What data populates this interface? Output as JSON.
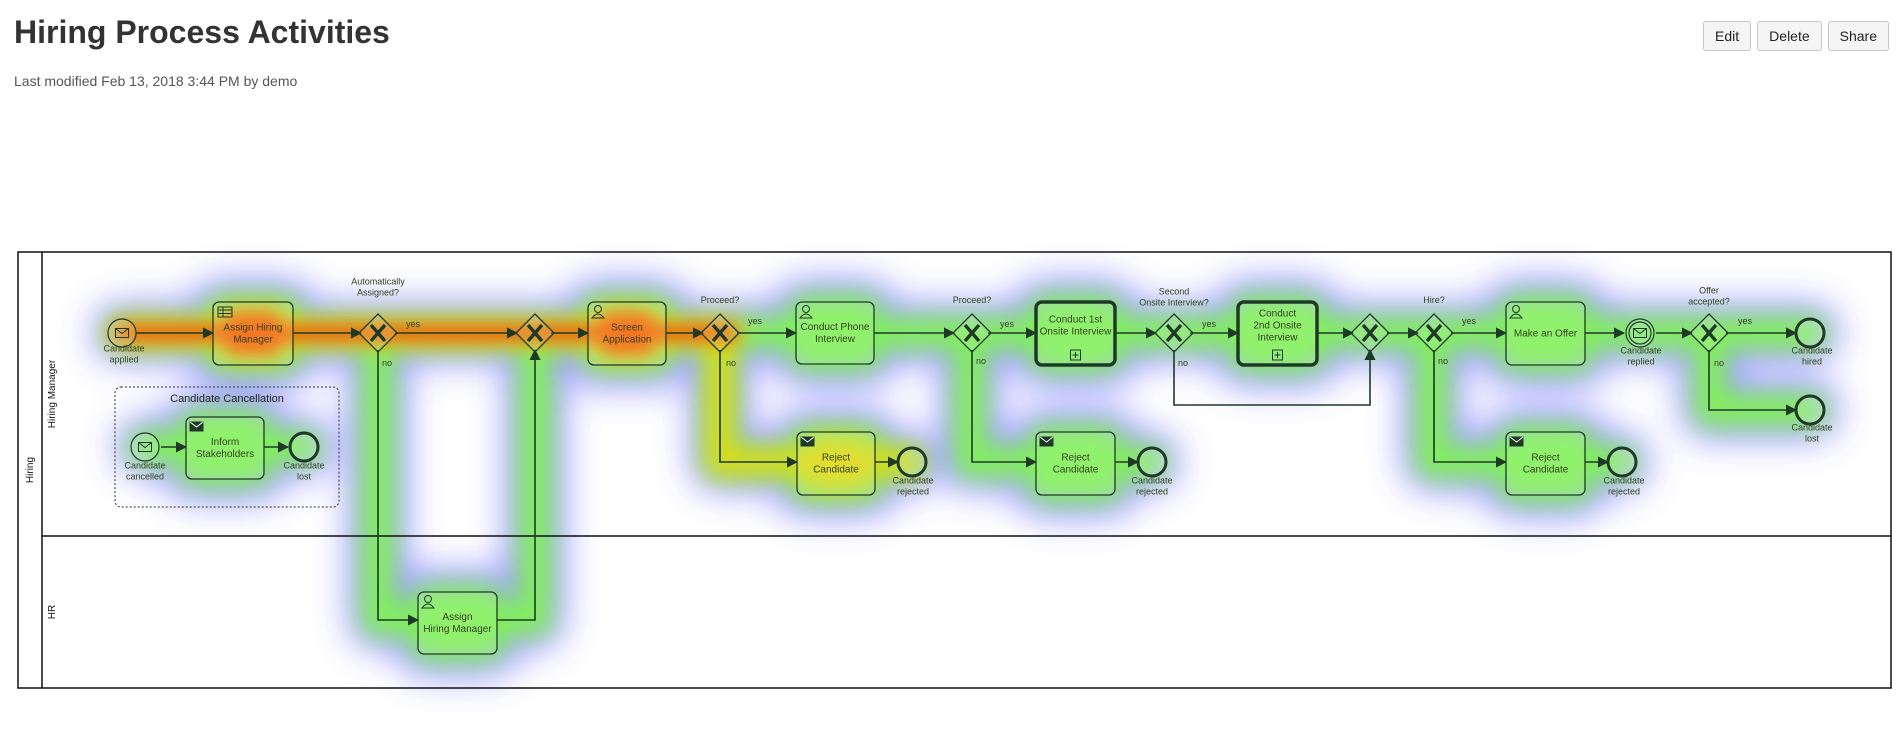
{
  "page": {
    "title": "Hiring Process Activities",
    "meta": "Last modified Feb 13, 2018 3:44 PM by demo",
    "actions": {
      "edit": "Edit",
      "delete": "Delete",
      "share": "Share"
    }
  },
  "diagram": {
    "pool": "Hiring",
    "lane_hiring_manager": "Hiring Manager",
    "lane_hr": "HR",
    "tasks": {
      "assign_hiring_manager_1": [
        "Assign Hiring",
        "Manager"
      ],
      "screen_application": [
        "Screen",
        "Application"
      ],
      "conduct_phone_interview": [
        "Conduct Phone",
        "Interview"
      ],
      "conduct_1st_onsite": [
        "Conduct 1st",
        "Onsite Interview"
      ],
      "conduct_2nd_onsite": [
        "Conduct",
        "2nd Onsite",
        "Interview"
      ],
      "make_an_offer": [
        "Make an Offer"
      ],
      "reject_candidate_1": [
        "Reject",
        "Candidate"
      ],
      "reject_candidate_2": [
        "Reject",
        "Candidate"
      ],
      "reject_candidate_3": [
        "Reject",
        "Candidate"
      ],
      "inform_stakeholders": [
        "Inform",
        "Stakeholders"
      ],
      "assign_hiring_manager_hr": [
        "Assign",
        "Hiring Manager"
      ]
    },
    "subprocess_label": "Candidate Cancellation",
    "events": {
      "candidate_applied": [
        "Candidate",
        "applied"
      ],
      "candidate_replied": [
        "Candidate",
        "replied"
      ],
      "candidate_hired": [
        "Candidate",
        "hired"
      ],
      "candidate_lost_main": [
        "Candidate",
        "lost"
      ],
      "candidate_cancelled": [
        "Candidate",
        "cancelled"
      ],
      "candidate_lost_sub": [
        "Candidate",
        "lost"
      ],
      "candidate_rejected_1": [
        "Candidate",
        "rejected"
      ],
      "candidate_rejected_2": [
        "Candidate",
        "rejected"
      ],
      "candidate_rejected_3": [
        "Candidate",
        "rejected"
      ]
    },
    "gateways": {
      "auto_assigned": [
        "Automatically",
        "Assigned?"
      ],
      "proceed_1": [
        "Proceed?"
      ],
      "proceed_2": [
        "Proceed?"
      ],
      "second_onsite": [
        "Second",
        "Onsite Interview?"
      ],
      "hire": [
        "Hire?"
      ],
      "offer_accepted": [
        "Offer",
        "accepted?"
      ]
    },
    "flow_labels": {
      "yes": "yes",
      "no": "no"
    },
    "colors": {
      "heat_hot": "#ff2800",
      "heat_warm": "#ffd200",
      "heat_mild": "#7dff3c",
      "heat_cool": "#4646ff",
      "task_fill": "#fbfcf8",
      "stroke": "#1e3a26",
      "text": "#33421f"
    }
  }
}
